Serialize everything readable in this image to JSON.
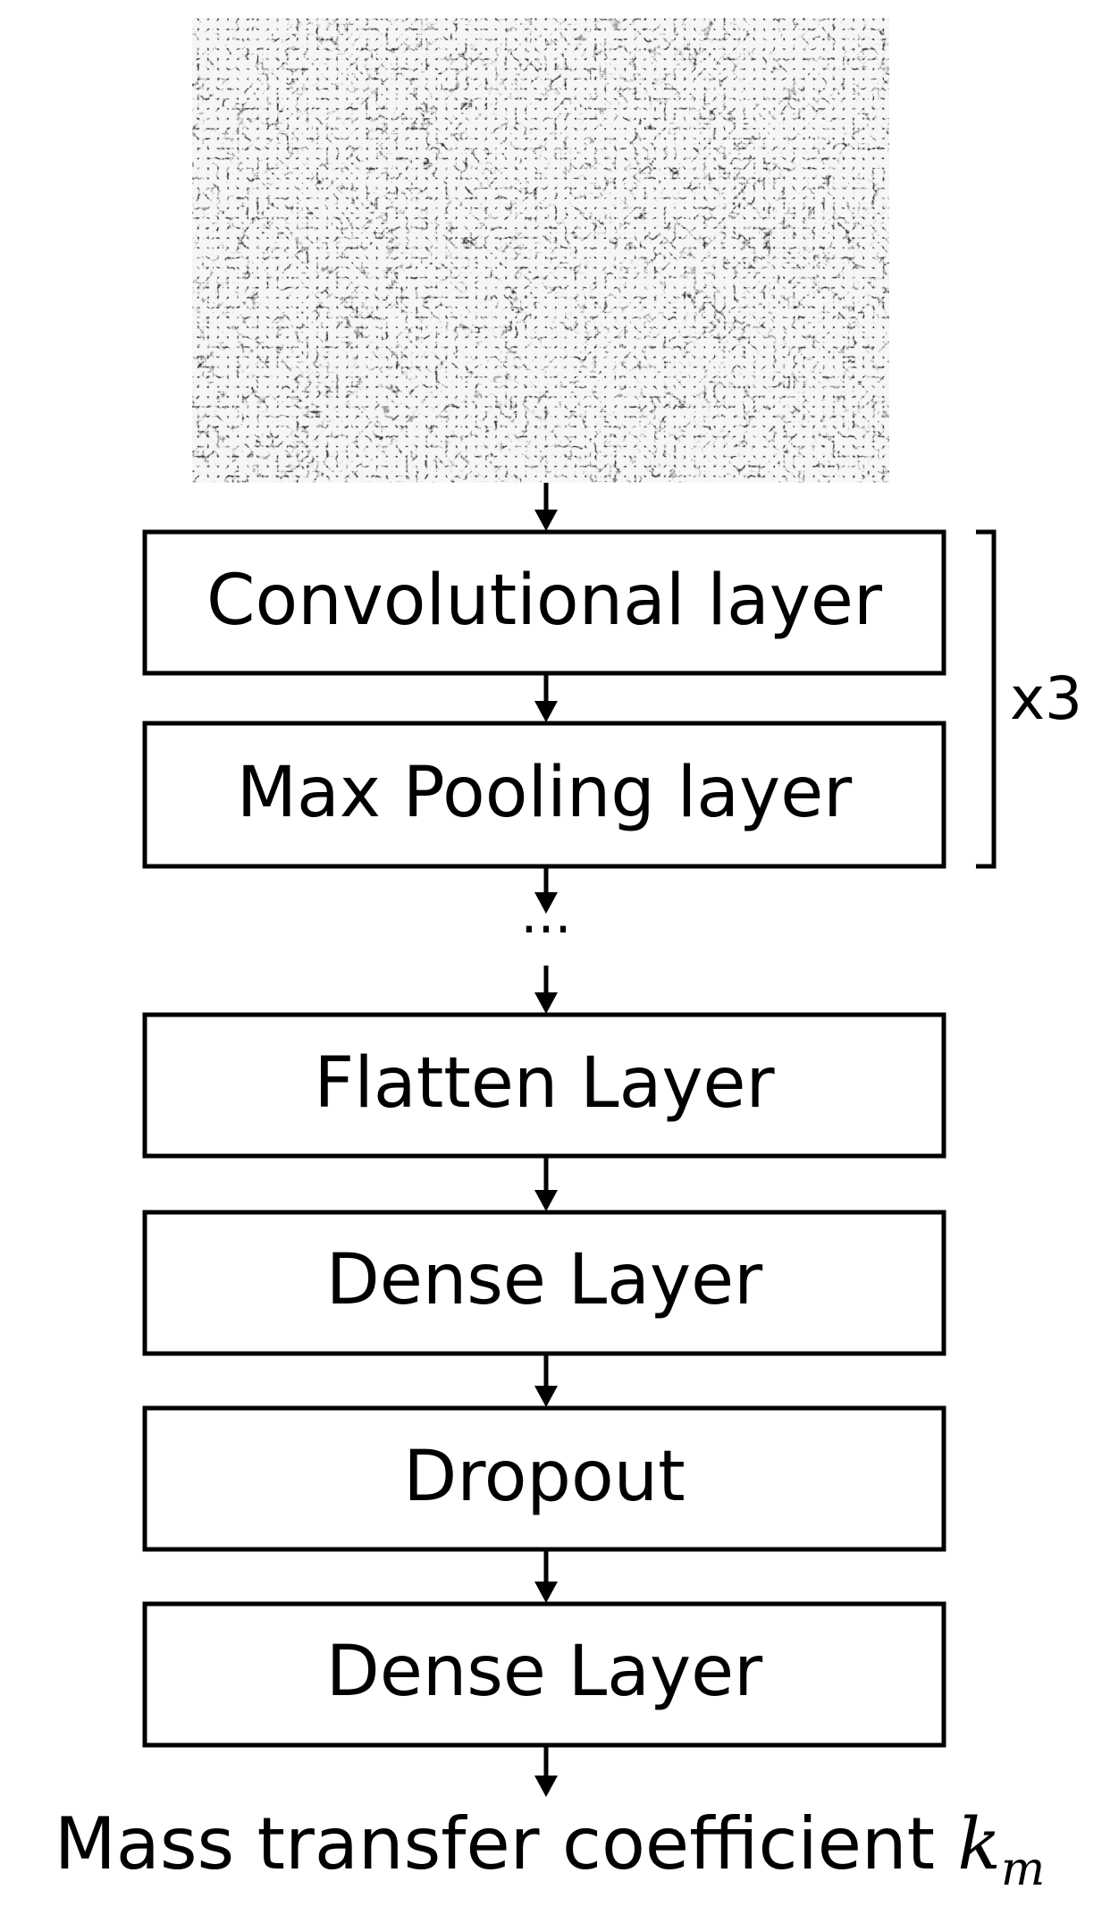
{
  "diagram": {
    "input_image": "porous-foam-micrograph",
    "layers": [
      {
        "label": "Convolutional layer"
      },
      {
        "label": "Max Pooling layer"
      },
      {
        "label": "Flatten Layer"
      },
      {
        "label": "Dense Layer"
      },
      {
        "label": "Dropout"
      },
      {
        "label": "Dense Layer"
      }
    ],
    "repeat_label": "x3",
    "ellipsis": "···",
    "output": {
      "text": "Mass transfer coefficient ",
      "symbol": "k",
      "subscript": "m"
    }
  }
}
